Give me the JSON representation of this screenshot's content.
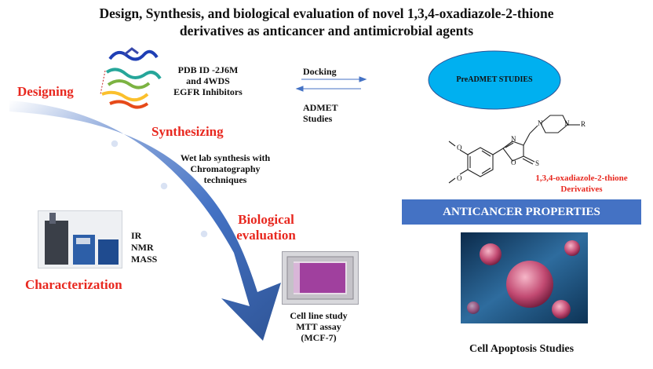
{
  "title": {
    "line1": "Design, Synthesis, and biological evaluation of novel 1,3,4-oxadiazole-2-thione",
    "line2": "derivatives as anticancer and antimicrobial agents"
  },
  "steps": {
    "designing": "Designing",
    "synthesizing": "Synthesizing",
    "biological_line1": "Biological",
    "biological_line2": "evaluation",
    "characterization": "Characterization"
  },
  "pdb": {
    "line1": "PDB ID -2J6M",
    "line2": "and 4WDS",
    "line3": "EGFR Inhibitors"
  },
  "docking": "Docking",
  "admet": {
    "line1": "ADMET",
    "line2": "Studies"
  },
  "preadmet": "PreADMET STUDIES",
  "synthesis_text": {
    "line1": "Wet lab synthesis with",
    "line2": "Chromatography",
    "line3": "techniques"
  },
  "char_methods": [
    "IR",
    "NMR",
    "MASS"
  ],
  "compound": {
    "line1": "1,3,4-oxadiazole-2-thione",
    "line2": "Derivatives",
    "atoms": {
      "R": "R",
      "N1": "N",
      "N2": "N",
      "N3": "N",
      "O1": "O",
      "O2": "O",
      "O3": "O",
      "S": "S"
    }
  },
  "anticancer_banner": "ANTICANCER PROPERTIES",
  "cell_line": {
    "line1": "Cell line study",
    "line2": "MTT assay",
    "line3": "(MCF-7)"
  },
  "apoptosis": "Cell Apoptosis Studies",
  "colors": {
    "accent_red": "#e8281f",
    "arrow_blue": "#4472c4",
    "ellipse_fill": "#00b0f0",
    "banner_blue": "#4472c4"
  }
}
